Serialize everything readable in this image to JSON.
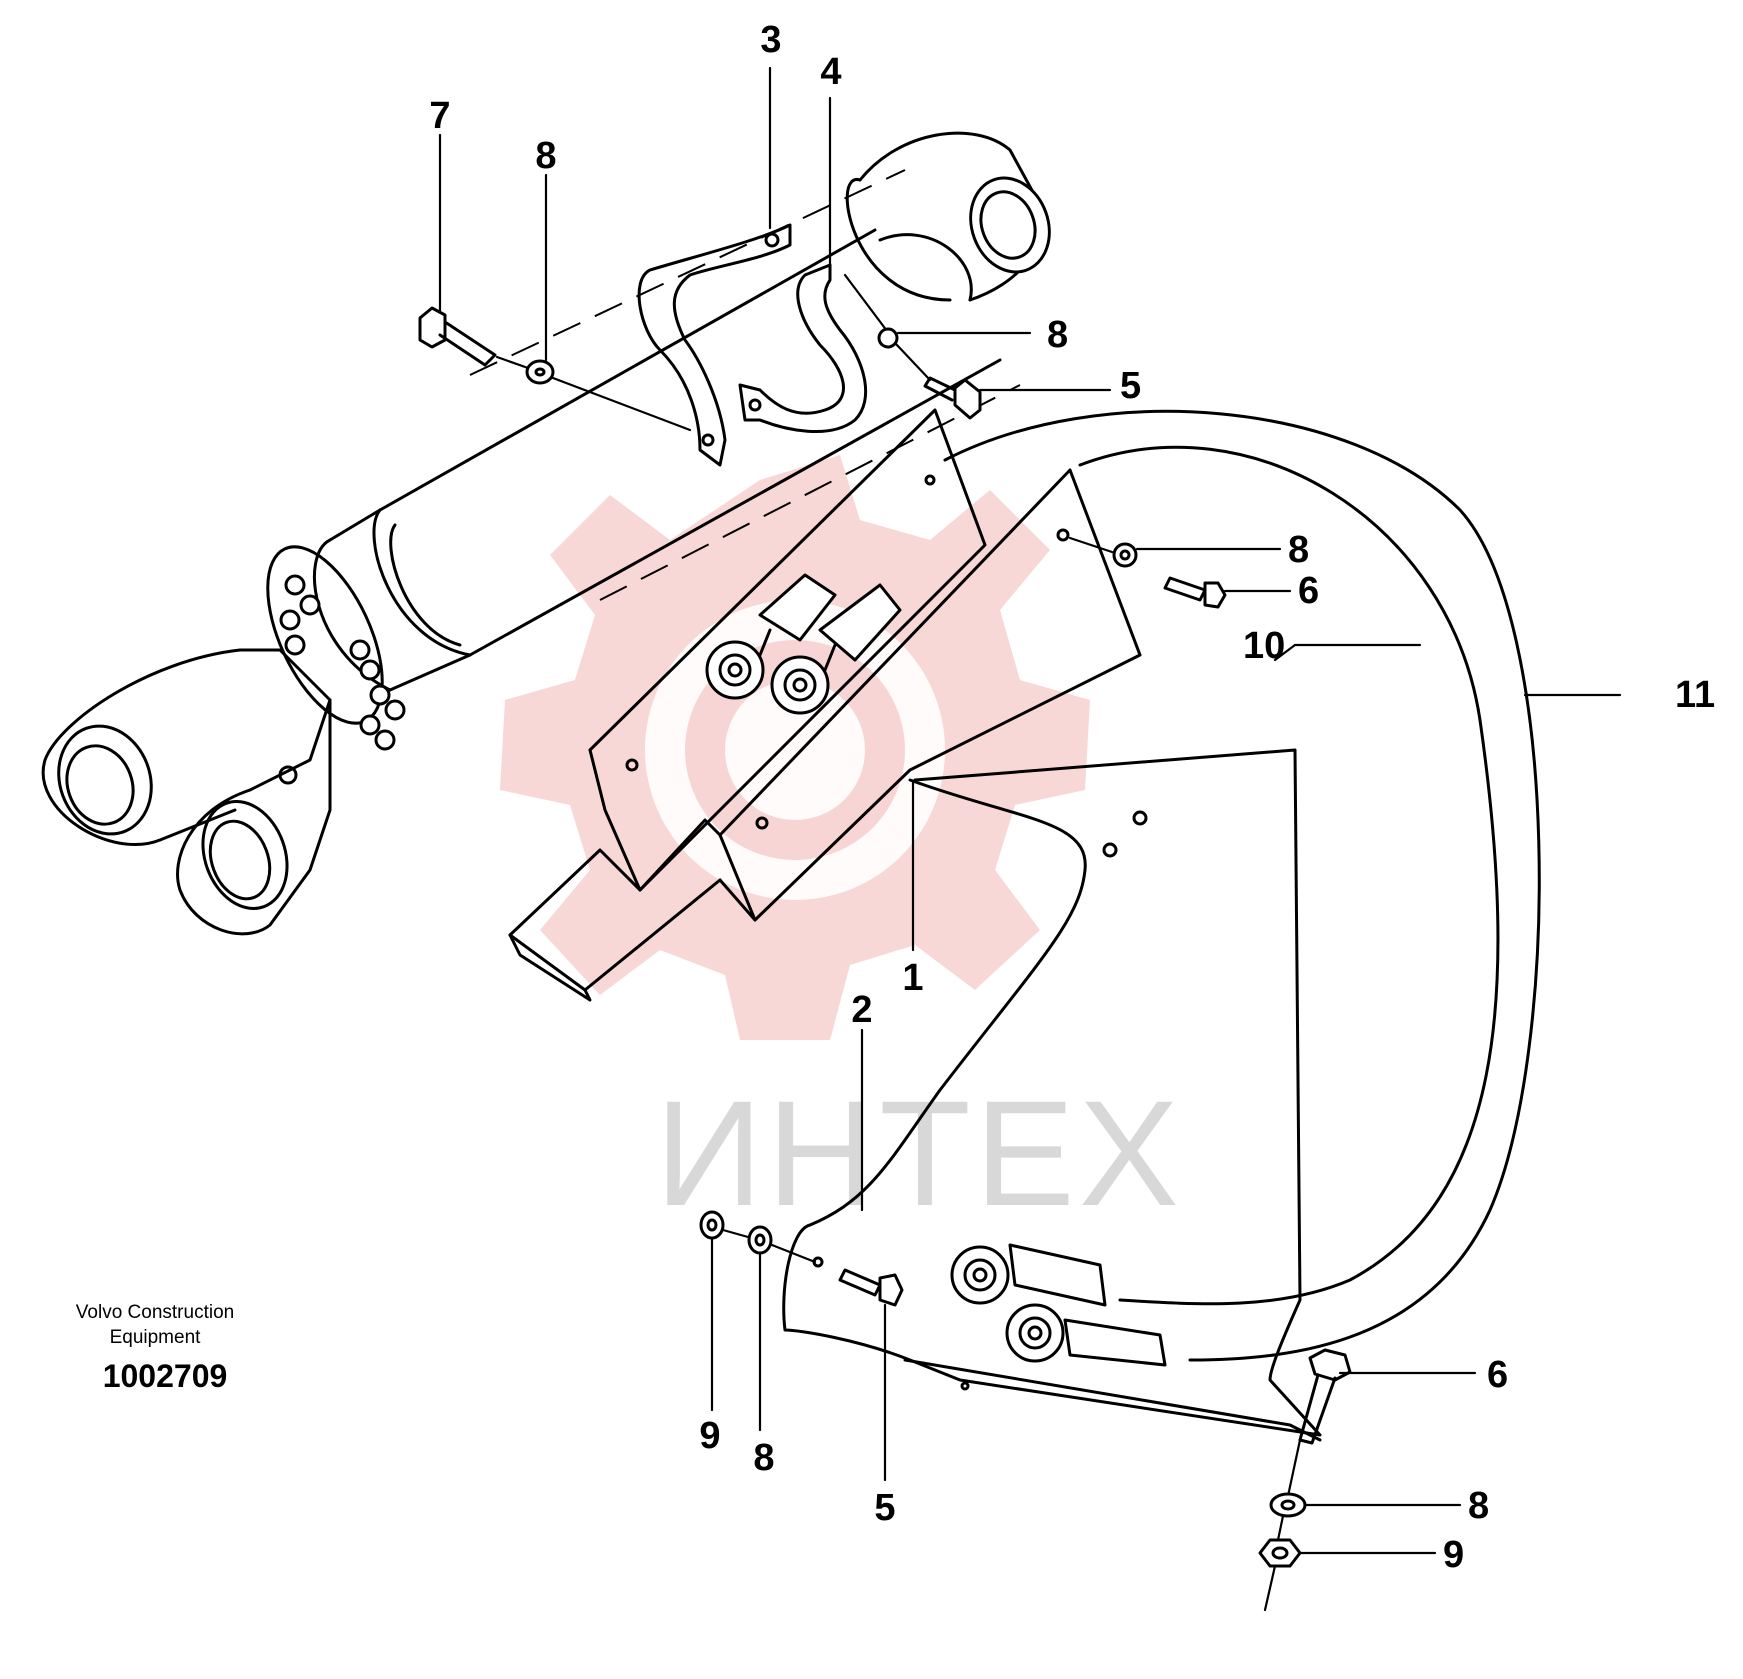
{
  "watermark": {
    "text": "ИНТЕХ",
    "color": "#f3b6b6"
  },
  "company": {
    "line1": "Volvo Construction",
    "line2": "Equipment"
  },
  "drawing_number": "1002709",
  "callouts": {
    "c1": "1",
    "c2": "2",
    "c3": "3",
    "c4": "4",
    "c5_top": "5",
    "c5_bottom": "5",
    "c6_top": "6",
    "c6_bottom": "6",
    "c7": "7",
    "c8_top_left": "8",
    "c8_top_right": "8",
    "c8_mid": "8",
    "c8_bottom_left": "8",
    "c8_bottom_right": "8",
    "c9_left": "9",
    "c9_right": "9",
    "c10": "10",
    "c11": "11"
  }
}
